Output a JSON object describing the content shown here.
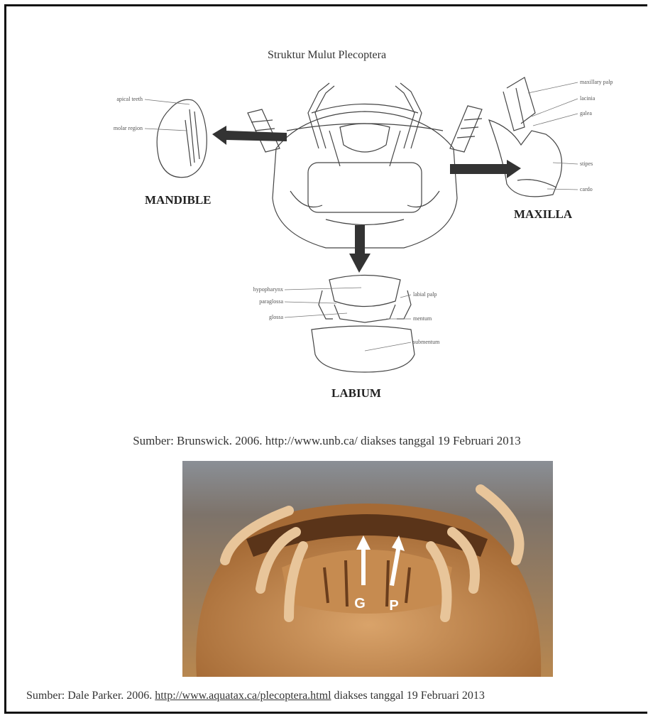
{
  "figure_title": "Struktur Mulut Plecoptera",
  "parts": {
    "mandible": {
      "name": "MANDIBLE",
      "labels": [
        "apical teeth",
        "molar region"
      ]
    },
    "maxilla": {
      "name": "MAXILLA",
      "labels": [
        "maxillary palp",
        "lacinia",
        "galea",
        "stipes",
        "cardo"
      ]
    },
    "labium": {
      "name": "LABIUM",
      "labels_left": [
        "hypopharynx",
        "paraglossa",
        "glossa"
      ],
      "labels_right": [
        "labial palp",
        "mentum",
        "submentum"
      ]
    }
  },
  "source1": "Sumber: Brunswick. 2006. http://www.unb.ca/ diakses tanggal 19 Februari 2013",
  "photo": {
    "marker_g": "G",
    "marker_p": "P"
  },
  "source2": {
    "prefix": "Sumber: Dale Parker. 2006. ",
    "link": "http://www.aquatax.ca/plecoptera.html",
    "suffix": " diakses tanggal 19 Februari 2013"
  }
}
